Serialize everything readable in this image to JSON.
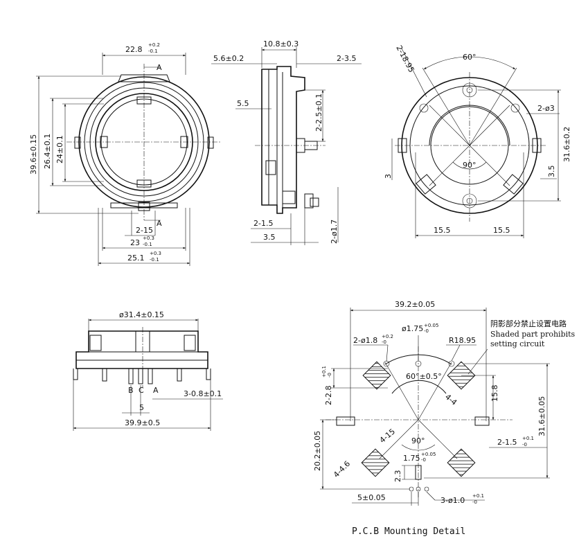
{
  "front_view": {
    "dim_width_top": "22.8",
    "dim_width_top_tol_upper": "+0.2",
    "dim_width_top_tol_lower": "-0.1",
    "dim_height_outer": "39.6±0.15",
    "dim_height_mid": "26.4±0.1",
    "dim_height_inner": "24±0.1",
    "dim_pins": "2-15",
    "dim_width_23": "23",
    "dim_width_23_tol_upper": "+0.3",
    "dim_width_23_tol_lower": "-0.1",
    "dim_width_25": "25.1",
    "dim_width_25_tol_upper": "+0.3",
    "dim_width_25_tol_lower": "-0.1",
    "section_mark": "A"
  },
  "side_view": {
    "dim_top": "10.8±0.3",
    "dim_left": "5.6±0.2",
    "dim_right": "2-3.5",
    "dim_55": "5.5",
    "dim_vertical_25": "2-2.5±0.1",
    "dim_bottom_15": "2-1.5",
    "dim_bottom_35": "3.5",
    "dim_pin_17": "2-ø1.7"
  },
  "top_view": {
    "dim_angle_60": "60°",
    "dim_angle_90": "90°",
    "dim_radius": "2-18.95",
    "dim_hole": "2-ø3",
    "dim_height_316": "31.6±0.2",
    "dim_35": "3.5",
    "dim_3": "3",
    "dim_155_left": "15.5",
    "dim_155_right": "15.5"
  },
  "bottom_view": {
    "dim_dia": "ø31.4±0.15",
    "pin_b": "B",
    "pin_c": "C",
    "pin_a": "A",
    "dim_pins": "3-0.8±0.1",
    "dim_5": "5",
    "dim_width": "39.9±0.5"
  },
  "pcb_detail": {
    "dim_width": "39.2±0.05",
    "dim_hole_175": "ø1.75",
    "dim_hole_175_tol_upper": "+0.05",
    "dim_hole_175_tol_lower": "-0",
    "dim_holes_18": "2-ø1.8",
    "dim_holes_18_tol_upper": "+0.2",
    "dim_holes_18_tol_lower": "-0",
    "dim_radius": "R18.95",
    "note_cn": "阴影部分禁止设置电路",
    "note_en_1": "Shaded part prohibits",
    "note_en_2": "setting circuit",
    "dim_angle_60": "60°±0.5°",
    "dim_28": "2-2.8",
    "dim_28_tol_upper": "+0.1",
    "dim_28_tol_lower": "-0",
    "dim_44": "4-4",
    "dim_158": "15.8",
    "dim_316": "31.6±0.05",
    "dim_415": "4-15",
    "dim_angle_90": "90°",
    "dim_15": "2-1.5",
    "dim_15_tol_upper": "+0.1",
    "dim_15_tol_lower": "-0",
    "dim_202": "20.2±0.05",
    "dim_446": "4-4.6",
    "dim_175b": "1.75",
    "dim_175b_tol_upper": "+0.05",
    "dim_175b_tol_lower": "-0",
    "dim_23": "2.3",
    "dim_5": "5±0.05",
    "dim_3holes": "3-ø1.0",
    "dim_3holes_tol_upper": "+0.1",
    "dim_3holes_tol_lower": "-0",
    "title": "P.C.B  Mounting  Detail"
  }
}
